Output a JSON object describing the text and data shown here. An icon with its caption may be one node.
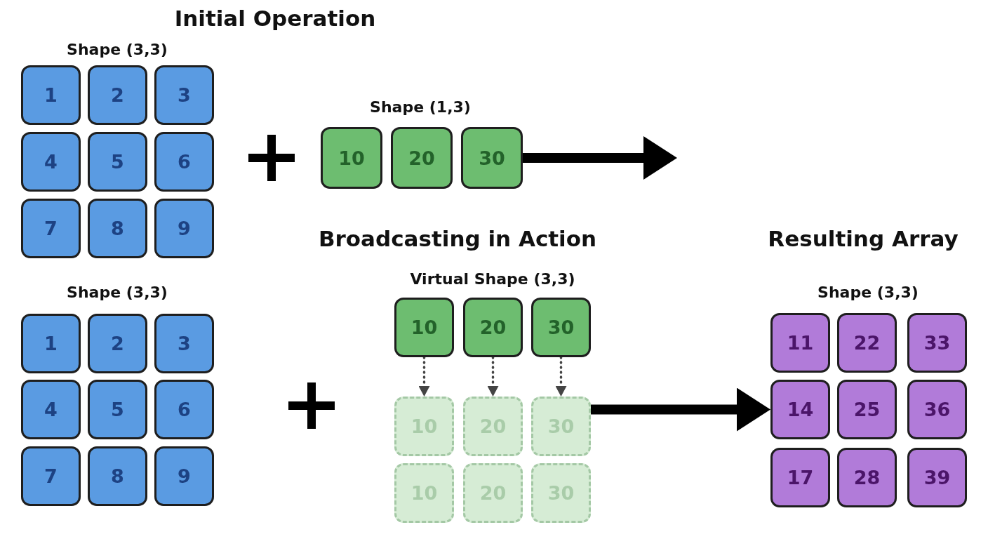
{
  "diagram": {
    "nodes": [
      {
        "text": [
          "1"
        ]
      },
      {
        "text": [
          "2"
        ]
      },
      {
        "text": [
          "3"
        ]
      },
      {
        "text": [
          "4"
        ]
      },
      {
        "text": [
          "5"
        ]
      },
      {
        "text": [
          "6"
        ]
      },
      {
        "text": [
          "7"
        ]
      },
      {
        "text": [
          "8"
        ]
      },
      {
        "text": [
          "9"
        ]
      },
      {
        "text": [
          "10"
        ]
      },
      {
        "text": [
          "20"
        ]
      },
      {
        "text": [
          "30"
        ]
      },
      {
        "text": [
          "1"
        ]
      },
      {
        "text": [
          "2"
        ]
      },
      {
        "text": [
          "3"
        ]
      },
      {
        "text": [
          "4"
        ]
      },
      {
        "text": [
          "5"
        ]
      },
      {
        "text": [
          "6"
        ]
      },
      {
        "text": [
          "7"
        ]
      },
      {
        "text": [
          "8"
        ]
      },
      {
        "text": [
          "9"
        ]
      },
      {
        "text": [
          "10"
        ]
      },
      {
        "text": [
          "20"
        ]
      },
      {
        "text": [
          "30"
        ]
      },
      {
        "text": [
          "10"
        ]
      },
      {
        "text": [
          "20"
        ]
      },
      {
        "text": [
          "30"
        ]
      },
      {
        "text": [
          "10"
        ]
      },
      {
        "text": [
          "20"
        ]
      },
      {
        "text": [
          "30"
        ]
      },
      {
        "text": [
          "11"
        ]
      },
      {
        "text": [
          "22"
        ]
      },
      {
        "text": [
          "33"
        ]
      },
      {
        "text": [
          "14"
        ]
      },
      {
        "text": [
          "25"
        ]
      },
      {
        "text": [
          "36"
        ]
      },
      {
        "text": [
          "17"
        ]
      },
      {
        "text": [
          "28"
        ]
      },
      {
        "text": [
          "39"
        ]
      }
    ],
    "edges": [
      {
        "from": 11,
        "to": null,
        "arrow": "to",
        "style": "thick"
      },
      {
        "from": 21,
        "to": 24,
        "arrow": "to",
        "style": "dashed"
      },
      {
        "from": 22,
        "to": 25,
        "arrow": "to",
        "style": "dashed"
      },
      {
        "from": 23,
        "to": 26,
        "arrow": "to",
        "style": "dashed"
      },
      {
        "from": 26,
        "to": 33,
        "arrow": "to",
        "style": "thick"
      }
    ],
    "labels": [
      "Initial Operation",
      "Shape (3,3)",
      "Shape (1,3)",
      "Broadcasting in Action",
      "Resulting Array",
      "Virtual Shape (3,3)",
      "Shape (3,3)",
      "Shape (3,3)"
    ]
  }
}
